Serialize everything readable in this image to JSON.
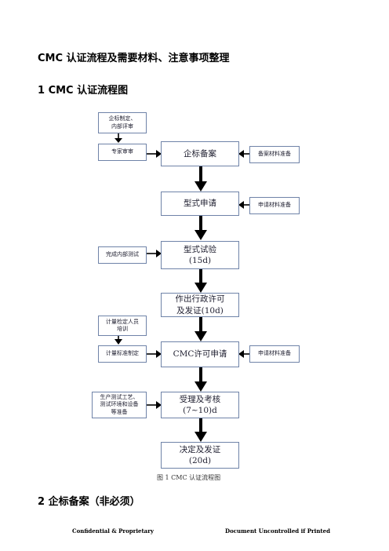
{
  "title": "CMC 认证流程及需要材料、注意事项整理",
  "section1": "1 CMC 认证流程图",
  "caption": "图 1 CMC 认证流程图",
  "section2": "2 企标备案（非必须）",
  "footer": {
    "left": "Confidential & Proprietary",
    "right": "Document Uncontrolled if Printed"
  },
  "flow": {
    "main": {
      "step1": "企标备案",
      "step2": "型式申请",
      "step3": "型式试验\n(15d)",
      "step4": "作出行政许可\n及发证(10d)",
      "step5": "CMC许可申请",
      "step6": "受理及考核\n(7~10)d",
      "step7": "决定及发证\n(20d)"
    },
    "left": {
      "enterprise_std": "企标制定、\n内部评审",
      "expert_review": "专家审审",
      "internal_test": "完成内部测试",
      "metrology_training": "计量检定人员\n培训",
      "metrology_std": "计量标准制定",
      "production_prep": "生产测试工艺、\n测试环境和设备\n等准备"
    },
    "right": {
      "filing_materials": "备案材料准备",
      "apply_materials_1": "申请材料准备",
      "apply_materials_2": "申请材料准备"
    }
  }
}
